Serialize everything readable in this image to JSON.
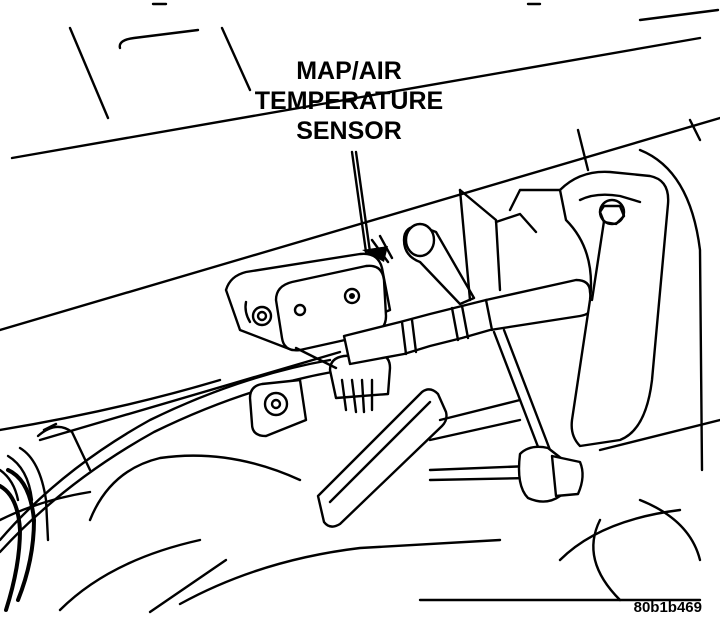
{
  "callout": {
    "line1": "MAP/AIR",
    "line2": "TEMPERATURE",
    "line3": "SENSOR"
  },
  "figure_id": "80b1b469",
  "colors": {
    "ink": "#000000",
    "paper": "#ffffff"
  }
}
